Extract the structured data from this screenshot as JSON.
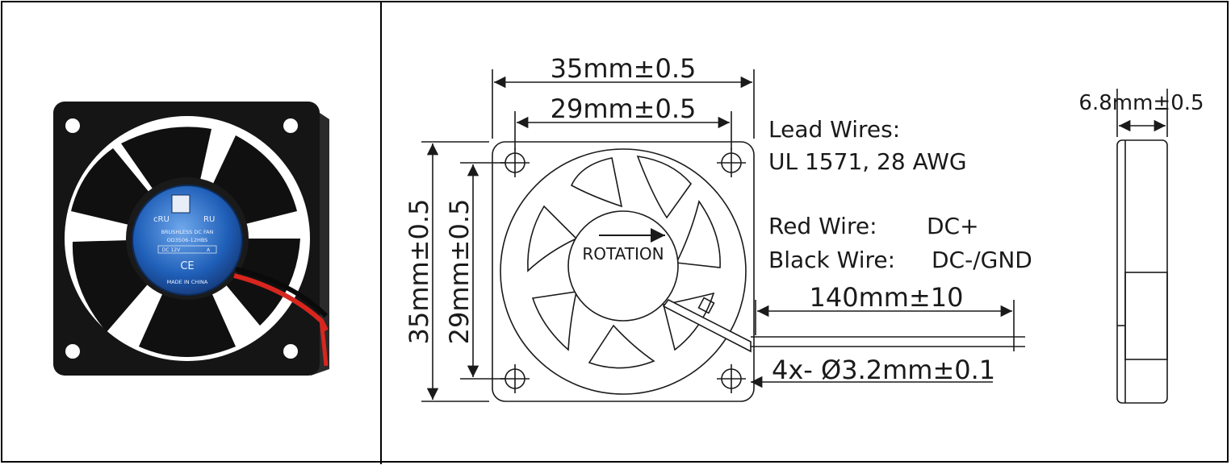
{
  "photo": {
    "label": {
      "line1": "BRUSHLESS DC FAN",
      "line2": "OD3506-12HBS",
      "line3": "DC 12V",
      "line4": "A",
      "line5": "MADE IN CHINA"
    }
  },
  "drawing": {
    "overall_width": "35mm±0.5",
    "hole_spacing_width": "29mm±0.5",
    "overall_height": "35mm±0.5",
    "hole_spacing_height": "29mm±0.5",
    "rotation": "ROTATION",
    "lead_wires_title": "Lead Wires:",
    "lead_wires_spec": "UL 1571, 28 AWG",
    "red_wire_label": "Red Wire:",
    "red_wire_value": "DC+",
    "black_wire_label": "Black Wire:",
    "black_wire_value": "DC-/GND",
    "lead_length": "140mm±10",
    "mount_holes": "4x- Ø3.2mm±0.1",
    "thickness": "6.8mm±0.5"
  },
  "colors": {
    "fan_body": "#151515",
    "label_blue": "#1f5fb8",
    "wire_red": "#d8261e",
    "line": "#1a1a1a"
  }
}
